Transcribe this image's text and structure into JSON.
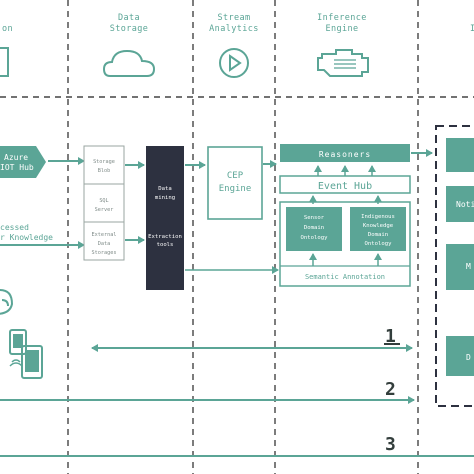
{
  "columns": [
    {
      "id": "col0",
      "line1": "",
      "line2": "on"
    },
    {
      "id": "col1",
      "line1": "Data",
      "line2": "Storage"
    },
    {
      "id": "col2",
      "line1": "Stream",
      "line2": "Analytics"
    },
    {
      "id": "col3",
      "line1": "Inference",
      "line2": "Engine"
    },
    {
      "id": "col4",
      "line1": "",
      "line2": "I"
    }
  ],
  "ingestion": {
    "azure_line1": "Azure",
    "azure_line2": "IOT Hub",
    "processed_line1": "cessed",
    "processed_line2": "r Knowledge"
  },
  "storage": {
    "blob_line1": "Storage",
    "blob_line2": "Blob",
    "sql_line1": "SQL",
    "sql_line2": "Server",
    "ext_line1": "External",
    "ext_line2": "Data",
    "ext_line3": "Storages"
  },
  "mining": {
    "line1": "Data",
    "line2": "mining",
    "tools_line1": "Extraction",
    "tools_line2": "tools"
  },
  "cep": {
    "line1": "CEP",
    "line2": "Engine"
  },
  "inference": {
    "reasoners": "Reasoners",
    "event_hub": "Event Hub",
    "sensor_line1": "Sensor",
    "sensor_line2": "Domain",
    "sensor_line3": "Ontology",
    "indig_line1": "Indigenous",
    "indig_line2": "Knowledge",
    "indig_line3": "Domain",
    "indig_line4": "Ontology",
    "semantic": "Semantic Annotation"
  },
  "apps": {
    "label1": "Noti",
    "label2": "M",
    "label3": "D"
  },
  "flows": {
    "flow1": "1",
    "flow2": "2",
    "flow3": "3"
  },
  "colors": {
    "teal": "#5ba596",
    "dark": "#2d3140",
    "line": "#444444"
  }
}
